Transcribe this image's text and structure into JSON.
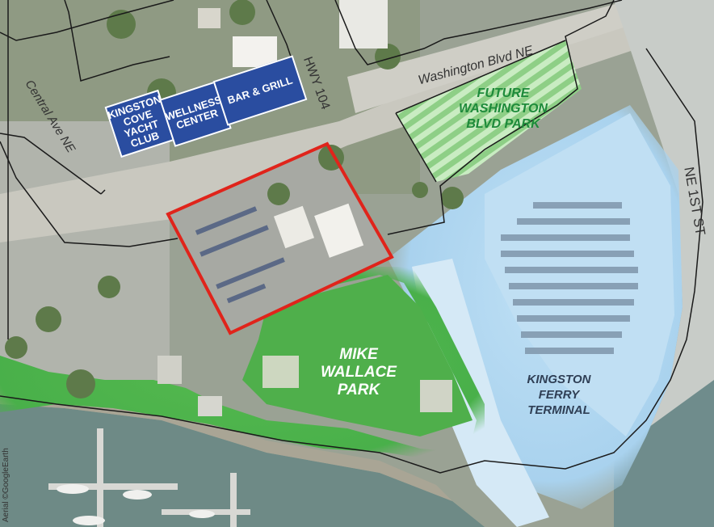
{
  "map": {
    "streets": {
      "central_ave": "Central Ave NE",
      "hwy_104": "HWY 104",
      "washington_blvd": "Washington Blvd NE",
      "ne_1st_st": "NE 1ST ST"
    },
    "businesses": {
      "yacht_club": "KINGSTON COVE YACHT CLUB",
      "wellness": "WELLNESS CENTER",
      "bar_grill": "BAR & GRILL"
    },
    "parks": {
      "future_park": "FUTURE WASHINGTON BLVD PARK",
      "mike_wallace": "MIKE WALLACE PARK"
    },
    "ferry_terminal": "KINGSTON FERRY TERMINAL",
    "credit": "Aerial ©GoogleEarth",
    "colors": {
      "site_outline": "#e0241b",
      "business_badge": "#2a4da0",
      "park_green": "#3fae49",
      "ferry_blue": "#a9d2ee",
      "boundary_lines": "#1a1a1a"
    }
  }
}
